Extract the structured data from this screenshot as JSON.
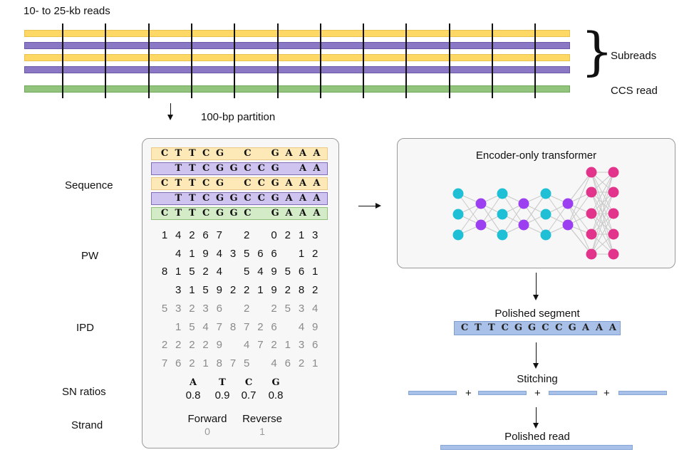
{
  "top": {
    "reads_label": "10- to 25-kb reads",
    "subreads_label": "Subreads",
    "ccs_label": "CCS read",
    "partition_label": "100-bp partition",
    "reads": [
      {
        "type": "subread",
        "strand": "forward",
        "color": "#fdd865"
      },
      {
        "type": "subread",
        "strand": "reverse",
        "color": "#8b78c4"
      },
      {
        "type": "subread",
        "strand": "forward",
        "color": "#fdd865"
      },
      {
        "type": "subread",
        "strand": "reverse",
        "color": "#8b78c4"
      },
      {
        "type": "ccs",
        "strand": "",
        "color": "#93c47d"
      }
    ],
    "partition_count": 12
  },
  "features": {
    "labels": {
      "sequence": "Sequence",
      "pw": "PW",
      "ipd": "IPD",
      "sn": "SN ratios",
      "strand": "Strand"
    },
    "sequence_rows": [
      {
        "kind": "forward",
        "bases": [
          "C",
          "T",
          "T",
          "C",
          "G",
          "",
          "C",
          "",
          "G",
          "A",
          "A",
          "A"
        ]
      },
      {
        "kind": "reverse",
        "bases": [
          "",
          "T",
          "T",
          "C",
          "G",
          "G",
          "C",
          "C",
          "G",
          "",
          "A",
          "A"
        ]
      },
      {
        "kind": "forward",
        "bases": [
          "C",
          "T",
          "T",
          "C",
          "G",
          "",
          "C",
          "C",
          "G",
          "A",
          "A",
          "A"
        ]
      },
      {
        "kind": "reverse",
        "bases": [
          "",
          "T",
          "T",
          "C",
          "G",
          "G",
          "C",
          "C",
          "G",
          "A",
          "A",
          "A"
        ]
      },
      {
        "kind": "ccs",
        "bases": [
          "C",
          "T",
          "T",
          "C",
          "G",
          "G",
          "C",
          "",
          "G",
          "A",
          "A",
          "A"
        ]
      }
    ],
    "pw_rows": [
      [
        "1",
        "4",
        "2",
        "6",
        "7",
        "",
        "2",
        "",
        "0",
        "2",
        "1",
        "3"
      ],
      [
        "",
        "4",
        "1",
        "9",
        "4",
        "3",
        "5",
        "6",
        "6",
        "",
        "1",
        "2"
      ],
      [
        "8",
        "1",
        "5",
        "2",
        "4",
        "",
        "5",
        "4",
        "9",
        "5",
        "6",
        "1"
      ],
      [
        "",
        "3",
        "1",
        "5",
        "9",
        "2",
        "2",
        "1",
        "9",
        "2",
        "8",
        "2"
      ]
    ],
    "ipd_rows": [
      [
        "5",
        "3",
        "2",
        "3",
        "6",
        "",
        "2",
        "",
        "2",
        "5",
        "3",
        "4"
      ],
      [
        "",
        "1",
        "5",
        "4",
        "7",
        "8",
        "7",
        "2",
        "6",
        "",
        "4",
        "9"
      ],
      [
        "2",
        "2",
        "2",
        "2",
        "9",
        "",
        "4",
        "7",
        "2",
        "1",
        "3",
        "6"
      ],
      [
        "7",
        "6",
        "2",
        "1",
        "8",
        "7",
        "5",
        "",
        "4",
        "6",
        "2",
        "1"
      ]
    ],
    "sn_ratios": [
      {
        "base": "A",
        "value": "0.8"
      },
      {
        "base": "T",
        "value": "0.9"
      },
      {
        "base": "C",
        "value": "0.7"
      },
      {
        "base": "G",
        "value": "0.8"
      }
    ],
    "strand": [
      {
        "label": "Forward",
        "value": "0"
      },
      {
        "label": "Reverse",
        "value": "1"
      }
    ]
  },
  "model": {
    "title": "Encoder-only transformer",
    "colors": {
      "input": "#1fbfd6",
      "hidden": "#9b3ff0",
      "output": "#e3348c"
    }
  },
  "output": {
    "polished_segment_label": "Polished segment",
    "polished_segment_bases": [
      "C",
      "T",
      "T",
      "C",
      "G",
      "G",
      "C",
      "C",
      "G",
      "A",
      "A",
      "A"
    ],
    "stitching_label": "Stitching",
    "plus_symbol": "+",
    "polished_read_label": "Polished read",
    "segment_color": "#a9c1e8"
  },
  "colors": {
    "forward": "#fdd865",
    "forward_light": "#fde9b8",
    "reverse": "#8b78c4",
    "reverse_light": "#cfc4f0",
    "ccs": "#93c47d",
    "ccs_light": "#d4ebc8"
  }
}
